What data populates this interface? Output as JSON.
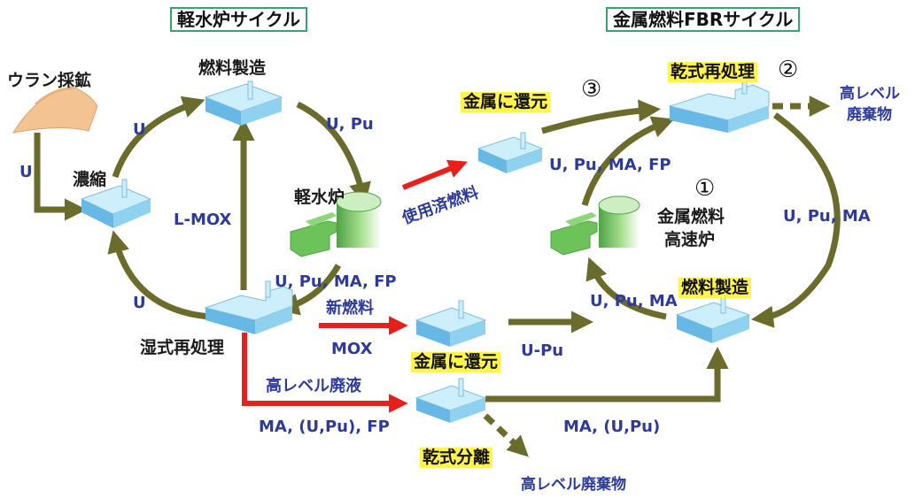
{
  "titles": {
    "lwr_cycle": "軽水炉サイクル",
    "fbr_cycle": "金属燃料FBRサイクル"
  },
  "lwr": {
    "mining": "ウラン採鉱",
    "enrichment": "濃縮",
    "fuel_fab": "燃料製造",
    "reactor": "軽水炉",
    "wet_reprocessing": "湿式再処理"
  },
  "fbr": {
    "reduction_top": "金属に還元",
    "dry_reprocessing": "乾式再処理",
    "reactor_line1": "金属燃料",
    "reactor_line2": "高速炉",
    "fuel_fab": "燃料製造",
    "reduction_bottom": "金属に還元",
    "dry_separation": "乾式分離"
  },
  "numbers": {
    "n1": "①",
    "n2": "②",
    "n3": "③"
  },
  "flows": {
    "u_mining": "U",
    "u_to_fab": "U",
    "u_from_repro": "U",
    "u_pu_top": "U, Pu",
    "lmox": "L-MOX",
    "u_pu_ma_fp_lwr": "U, Pu, MA, FP",
    "spent_fuel": "使用済燃料",
    "new_fuel": "新燃料",
    "mox": "MOX",
    "hlw_liquid": "高レベル廃液",
    "ma_u_pu_fp": "MA, (U,Pu), FP",
    "u_minus_pu": "U-Pu",
    "ma_u_pu": "MA, (U,Pu)",
    "u_pu_ma_fp_fbr": "U, Pu, MA, FP",
    "u_pu_ma_right": "U, Pu, MA",
    "u_pu_ma_bottom": "U, Pu, MA",
    "hlw_top_line1": "高レベル",
    "hlw_top_line2": "廃棄物",
    "hlw_bottom": "高レベル廃棄物"
  },
  "colors": {
    "flow_arrow": "#6b6b2c",
    "red_arrow": "#e8201c",
    "facility": "#8fd2f0",
    "reactor": "#6cc35a",
    "label_blue": "#2c3a9c",
    "highlight": "#fff44d"
  },
  "icons": [
    "mine-pile-icon",
    "facility-icon",
    "reactor-icon"
  ]
}
